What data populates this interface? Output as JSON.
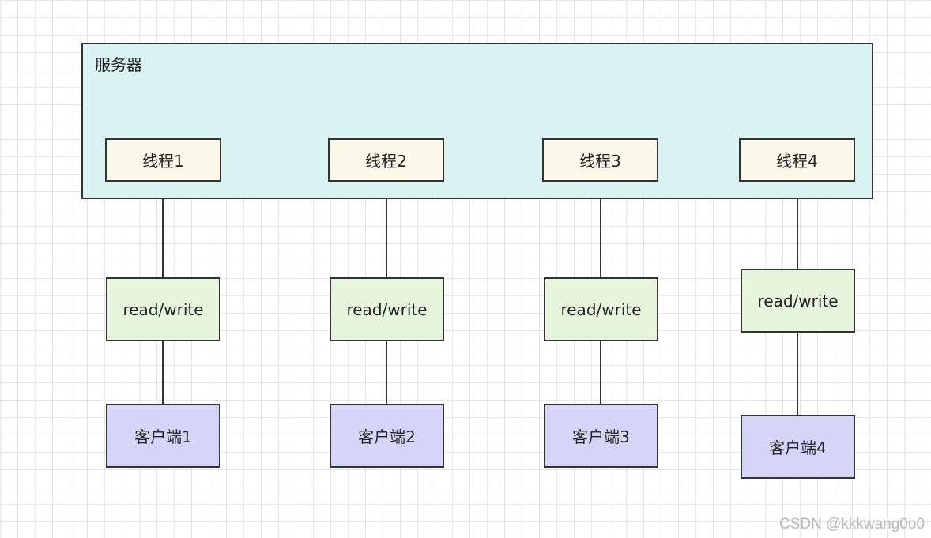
{
  "server": {
    "label": "服务器"
  },
  "columns": [
    {
      "thread": "线程1",
      "io": "read/write",
      "client": "客户端1"
    },
    {
      "thread": "线程2",
      "io": "read/write",
      "client": "客户端2"
    },
    {
      "thread": "线程3",
      "io": "read/write",
      "client": "客户端3"
    },
    {
      "thread": "线程4",
      "io": "read/write",
      "client": "客户端4"
    }
  ],
  "watermark": "CSDN @kkkwang0o0",
  "colors": {
    "server_fill": "#d9f3f3",
    "thread_fill": "#fbf8e9",
    "io_fill": "#e6f5dc",
    "client_fill": "#d4d5f7",
    "stroke": "#333333"
  }
}
